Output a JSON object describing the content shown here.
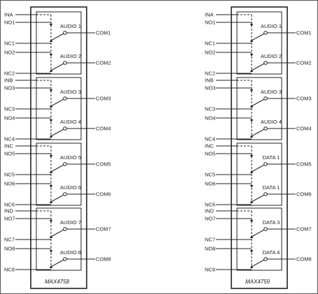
{
  "chips": [
    {
      "name": "MAX4758",
      "groups": [
        {
          "in": "INA",
          "channels": [
            {
              "no": "NO1",
              "nc": "NC1",
              "com": "COM1",
              "label": "AUDIO 1"
            },
            {
              "no": "NO2",
              "nc": "NC2",
              "com": "COM2",
              "label": "AUDIO 2"
            }
          ]
        },
        {
          "in": "INB",
          "channels": [
            {
              "no": "NO3",
              "nc": "NC3",
              "com": "COM3",
              "label": "AUDIO 3"
            },
            {
              "no": "NO4",
              "nc": "NC4",
              "com": "COM4",
              "label": "AUDIO 4"
            }
          ]
        },
        {
          "in": "INC",
          "channels": [
            {
              "no": "NO5",
              "nc": "NC5",
              "com": "COM5",
              "label": "AUDIO 5"
            },
            {
              "no": "NO6",
              "nc": "NC6",
              "com": "COM6",
              "label": "AUDIO 6"
            }
          ]
        },
        {
          "in": "IND",
          "channels": [
            {
              "no": "NO7",
              "nc": "NC7",
              "com": "COM7",
              "label": "AUDIO 7"
            },
            {
              "no": "NO8",
              "nc": "NC8",
              "com": "COM8",
              "label": "AUDIO 8"
            }
          ]
        }
      ]
    },
    {
      "name": "MAX4759",
      "groups": [
        {
          "in": "INA",
          "channels": [
            {
              "no": "NO1",
              "nc": "NC1",
              "com": "COM1",
              "label": "AUDIO 1"
            },
            {
              "no": "NO2",
              "nc": "NC2",
              "com": "COM2",
              "label": "AUDIO 2"
            }
          ]
        },
        {
          "in": "INB",
          "channels": [
            {
              "no": "NO3",
              "nc": "NC3",
              "com": "COM3",
              "label": "AUDIO 3"
            },
            {
              "no": "NO4",
              "nc": "NC4",
              "com": "COM4",
              "label": "AUDIO 4"
            }
          ]
        },
        {
          "in": "INC",
          "channels": [
            {
              "no": "NO5",
              "nc": "NC5",
              "com": "COM5",
              "label": "DATA 1"
            },
            {
              "no": "NO6",
              "nc": "NC6",
              "com": "COM6",
              "label": "DATA 1"
            }
          ]
        },
        {
          "in": "IND",
          "channels": [
            {
              "no": "NO7",
              "nc": "NC7",
              "com": "COM7",
              "label": "DATA 3"
            },
            {
              "no": "NO8",
              "nc": "NC8",
              "com": "COM8",
              "label": "DATA 4"
            }
          ]
        }
      ]
    }
  ]
}
